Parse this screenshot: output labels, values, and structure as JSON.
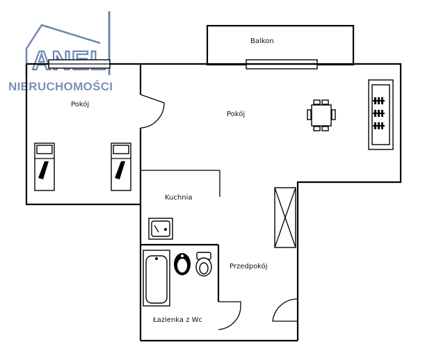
{
  "logo": {
    "name": "ANEL",
    "tagline": "NIERUCHOMOŚCI",
    "color": "#6f86b0"
  },
  "rooms": {
    "balcony": "Balkon",
    "left_room": "Pokój",
    "main_room": "Pokój",
    "kitchen": "Kuchnia",
    "hall": "Przedpokój",
    "bathroom": "Łazienka z Wc"
  }
}
